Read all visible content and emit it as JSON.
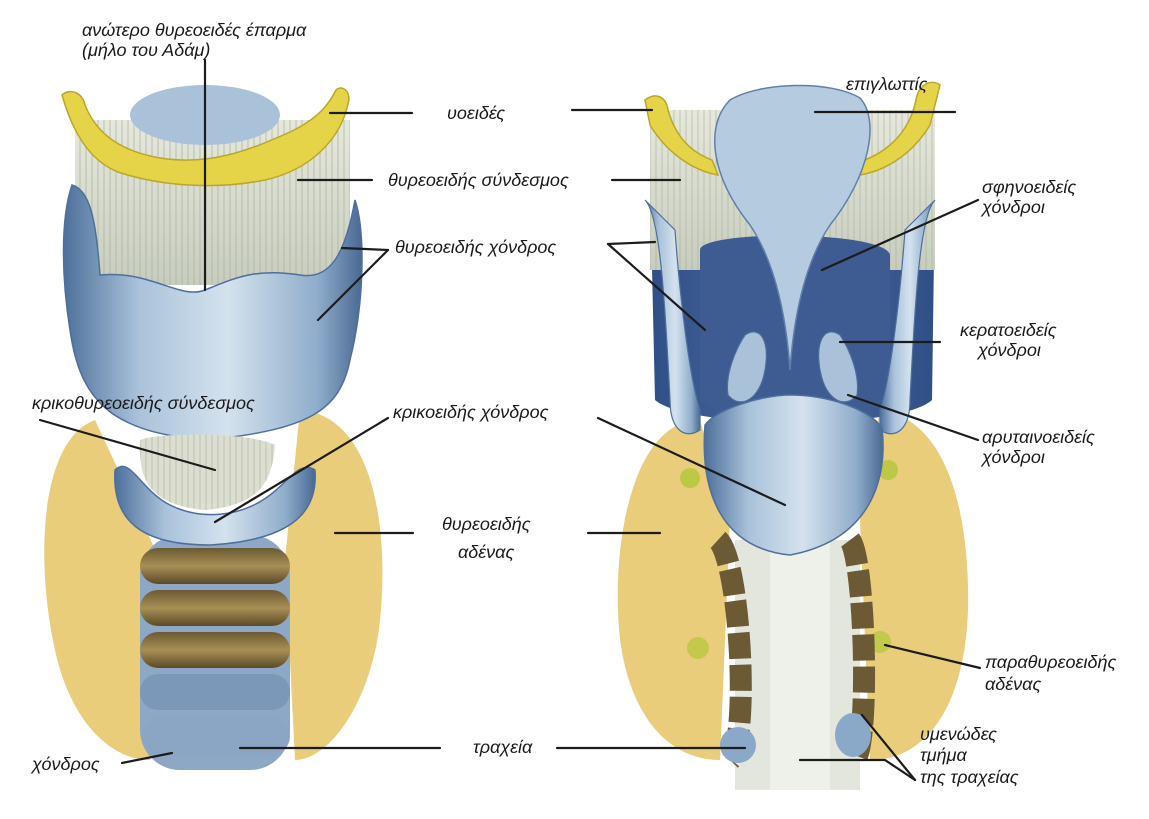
{
  "labels": {
    "superior_notch": [
      "ανώτερο θυρεοειδές έπαρμα",
      "(μήλο του Αδάμ)"
    ],
    "hyoid": "υοειδές",
    "epiglottis": "επιγλωττίς",
    "thyrohyoid_membrane": "θυρεοειδής σύνδεσμος",
    "cuneiform": [
      "σφηνοειδείς",
      "χόνδροι"
    ],
    "thyroid_cartilage": "θυρεοειδής χόνδρος",
    "corniculate": [
      "κερατοειδείς",
      "χόνδροι"
    ],
    "cricothyroid_ligament": "κρικοθυρεοειδής σύνδεσμος",
    "cricoid_cartilage": "κρικοειδής χόνδρος",
    "arytenoid": [
      "αρυταινοειδείς",
      "χόνδροι"
    ],
    "thyroid_gland": [
      "θυρεοειδής",
      "αδένας"
    ],
    "parathyroid": [
      "παραθυρεοειδής",
      "αδένας"
    ],
    "cartilage": "χόνδρος",
    "trachea": "τραχεία",
    "membranous": [
      "υμενώδες",
      "τμήμα",
      "της τραχείας"
    ]
  },
  "colors": {
    "hyoid": "#e8d640",
    "thyroid_gland": "#e8c86a",
    "cartilage": "#b9cde0",
    "cartilage_shadow": "#4e6f9c",
    "membrane": "#d9ded2",
    "ring": "#7d6a3e"
  }
}
